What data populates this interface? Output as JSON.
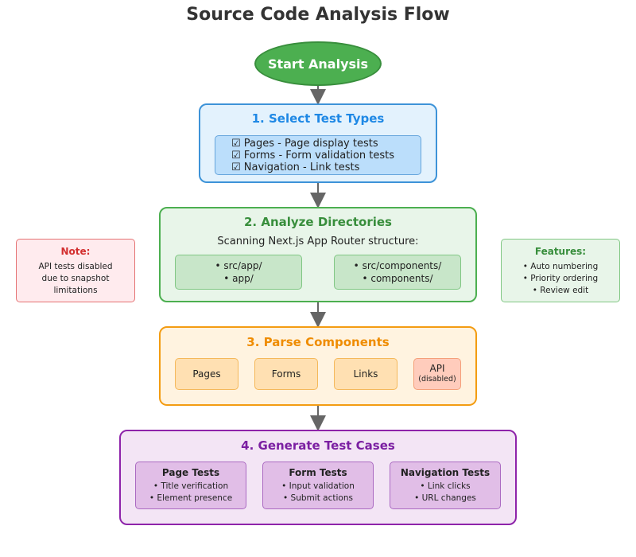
{
  "title": "Source Code Analysis Flow",
  "start": "Start Analysis",
  "step1": {
    "heading": "1. Select Test Types",
    "items": [
      "☑ Pages - Page display tests",
      "☑ Forms - Form validation tests",
      "☑ Navigation - Link tests"
    ]
  },
  "step2": {
    "heading": "2. Analyze Directories",
    "subtitle": "Scanning Next.js App Router structure:",
    "left": [
      "• src/app/",
      "• app/"
    ],
    "right": [
      "• src/components/",
      "• components/"
    ]
  },
  "step3": {
    "heading": "3. Parse Components",
    "chips": [
      "Pages",
      "Forms",
      "Links"
    ],
    "api": "API",
    "api_note": "(disabled)"
  },
  "step4": {
    "heading": "4. Generate Test Cases",
    "cards": [
      {
        "title": "Page Tests",
        "items": [
          "• Title verification",
          "• Element presence"
        ]
      },
      {
        "title": "Form Tests",
        "items": [
          "• Input validation",
          "• Submit actions"
        ]
      },
      {
        "title": "Navigation Tests",
        "items": [
          "• Link clicks",
          "• URL changes"
        ]
      }
    ]
  },
  "note": {
    "title": "Note:",
    "lines": [
      "API tests disabled",
      "due to snapshot",
      "limitations"
    ]
  },
  "features": {
    "title": "Features:",
    "lines": [
      "• Auto numbering",
      "• Priority ordering",
      "• Review edit"
    ]
  },
  "colors": {
    "start": "#4caf50",
    "step1": "#1e88e5",
    "step2": "#388e3c",
    "step3": "#ef8c00",
    "step4": "#7b1fa2",
    "note": "#d32f2f",
    "arrow": "#666666"
  }
}
